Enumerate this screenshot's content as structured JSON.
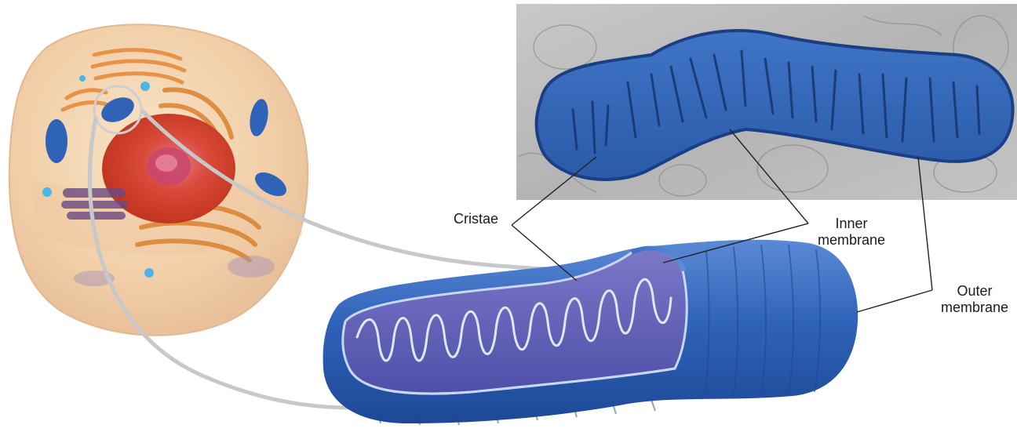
{
  "labels": {
    "cristae": "Cristae",
    "inner_membrane": "Inner\nmembrane",
    "outer_membrane": "Outer\nmembrane"
  },
  "colors": {
    "micrograph_background": "#b9b9b9",
    "mitochondrion_blue": "#2f63b8",
    "model_blue": "#2b5fb3",
    "cell_peach": "#f3d3b2",
    "nucleus_red": "#d94a3a",
    "connector_grey": "#c8c8c8",
    "leader_line": "#222222"
  }
}
